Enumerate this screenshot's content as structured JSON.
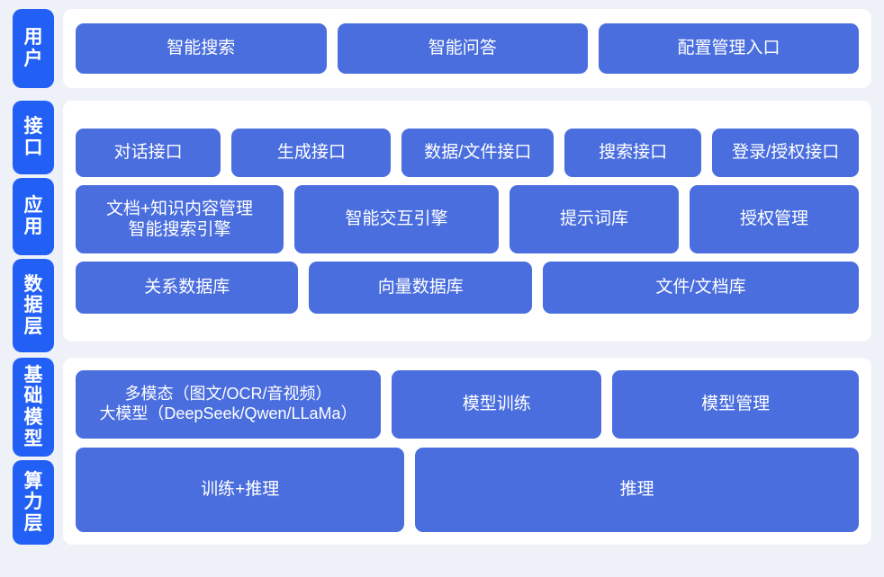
{
  "colors": {
    "page_background": "#eef1f7",
    "panel_background": "#ffffff",
    "tab_blue": "#2260f5",
    "box_blue": "#4a6ede",
    "text_white": "#ffffff"
  },
  "sections": {
    "users": {
      "tab_label": "用户",
      "tab_chars": [
        "用",
        "户"
      ],
      "boxes": [
        {
          "label": "智能搜索"
        },
        {
          "label": "智能问答"
        },
        {
          "label": "配置管理入口"
        }
      ]
    },
    "middle": {
      "tabs": [
        {
          "label": "接口",
          "chars": [
            "接",
            "口"
          ]
        },
        {
          "label": "应用",
          "chars": [
            "应",
            "用"
          ]
        },
        {
          "label": "数据层",
          "chars": [
            "数",
            "据",
            "层"
          ]
        }
      ],
      "interface_row": [
        {
          "label": "对话接口"
        },
        {
          "label": "生成接口"
        },
        {
          "label": "数据/文件接口"
        },
        {
          "label": "搜索接口"
        },
        {
          "label": "登录/授权接口"
        }
      ],
      "application_row": [
        {
          "lines": [
            "文档+知识内容管理",
            "智能搜索引擎"
          ]
        },
        {
          "lines": [
            "智能交互引擎"
          ]
        },
        {
          "lines": [
            "提示词库"
          ]
        },
        {
          "lines": [
            "授权管理"
          ]
        }
      ],
      "data_row": [
        {
          "label": "关系数据库"
        },
        {
          "label": "向量数据库"
        },
        {
          "label": "文件/文档库"
        }
      ]
    },
    "bottom": {
      "tabs": [
        {
          "label": "基础模型",
          "chars": [
            "基",
            "础",
            "模",
            "型"
          ]
        },
        {
          "label": "算力层",
          "chars": [
            "算",
            "力",
            "层"
          ]
        }
      ],
      "model_row": [
        {
          "lines": [
            "多模态（图文/OCR/音视频）",
            "大模型（DeepSeek/Qwen/LLaMa）"
          ]
        },
        {
          "lines": [
            "模型训练"
          ]
        },
        {
          "lines": [
            "模型管理"
          ]
        }
      ],
      "compute_row": [
        {
          "label": "训练+推理"
        },
        {
          "label": "推理"
        }
      ]
    }
  }
}
